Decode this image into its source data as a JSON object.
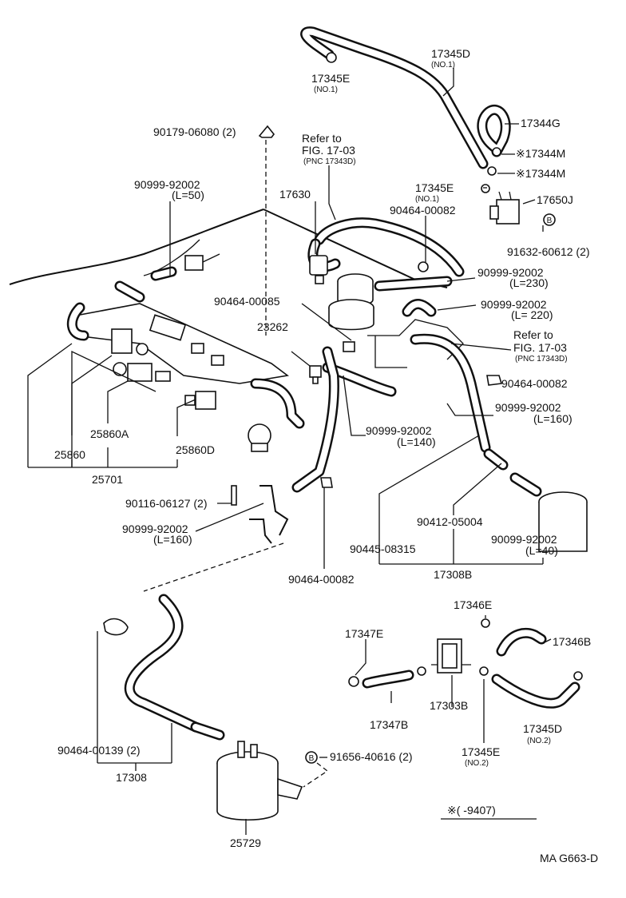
{
  "labels": {
    "p17345D_1": "17345D",
    "p17345D_1_note": "(NO.1)",
    "p17345E_top": "17345E",
    "p17345E_top_note": "(NO.1)",
    "p17344G": "17344G",
    "p17344M_a": "※17344M",
    "p17344M_b": "※17344M",
    "p17345E_mid": "17345E",
    "p17345E_mid_note": "(NO.1)",
    "p17650J": "17650J",
    "p90464_00082_a": "90464-00082",
    "p91632": "91632-60612 (2)",
    "p90179": "90179-06080 (2)",
    "ref1_a": "Refer to",
    "ref1_b": "FIG. 17-03",
    "ref1_c": "(PNC 17343D)",
    "p17630": "17630",
    "p90999_L50": "90999-92002",
    "p90999_L50_note": "(L=50)",
    "p90999_L230": "90999-92002",
    "p90999_L230_note": "(L=230)",
    "p90464_00085": "90464-00085",
    "p90999_L220": "90999-92002",
    "p90999_L220_note": "(L= 220)",
    "p23262": "23262",
    "ref2_a": "Refer to",
    "ref2_b": "FIG. 17-03",
    "ref2_c": "(PNC 17343D)",
    "p90464_00082_b": "90464-00082",
    "p90999_L160a": "90999-92002",
    "p90999_L160a_note": "(L=160)",
    "p90999_L140": "90999-92002",
    "p90999_L140_note": "(L=140)",
    "p25860": "25860",
    "p25860A": "25860A",
    "p25860D": "25860D",
    "p25701": "25701",
    "p90116": "90116-06127 (2)",
    "p90999_L160b": "90999-92002",
    "p90999_L160b_note": "(L=160)",
    "p90412": "90412-05004",
    "p90445": "90445-08315",
    "p90099_L40": "90099-92002",
    "p90099_L40_note": "(L=40)",
    "p17308B": "17308B",
    "p90464_00082_c": "90464-00082",
    "p17346E": "17346E",
    "p17347E": "17347E",
    "p17346B": "17346B",
    "p17303B": "17303B",
    "p17347B": "17347B",
    "p17345D_2": "17345D",
    "p17345D_2_note": "(NO.2)",
    "p17345E_2": "17345E",
    "p17345E_2_note": "(NO.2)",
    "p90464_00139": "90464-00139 (2)",
    "p17308": "17308",
    "p91656": "91656-40616 (2)",
    "p25729": "25729",
    "footnote": "※(        -9407)",
    "code": "MA  G663-D",
    "bolt_glyph": "B"
  }
}
